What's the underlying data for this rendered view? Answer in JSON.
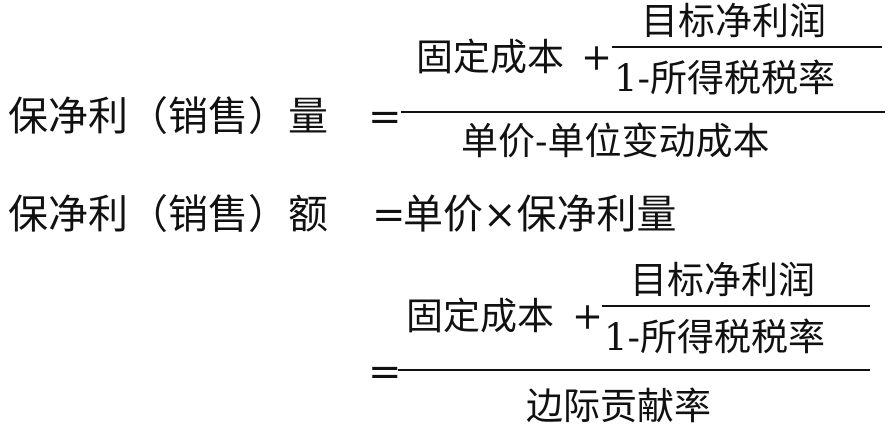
{
  "formula1": {
    "lhs": "保净利（销售）量",
    "eq": "=",
    "numerator": {
      "left": "固定成本",
      "plus": "+",
      "inner_num": "目标净利润",
      "inner_den": "1-所得税税率"
    },
    "denominator": "单价-单位变动成本"
  },
  "formula2": {
    "lhs": "保净利（销售）额",
    "eq": "=",
    "rhs": "单价×保净利量"
  },
  "formula3": {
    "eq": "=",
    "numerator": {
      "left": "固定成本",
      "plus": "+",
      "inner_num": "目标净利润",
      "inner_den": "1-所得税税率"
    },
    "denominator": "边际贡献率"
  }
}
